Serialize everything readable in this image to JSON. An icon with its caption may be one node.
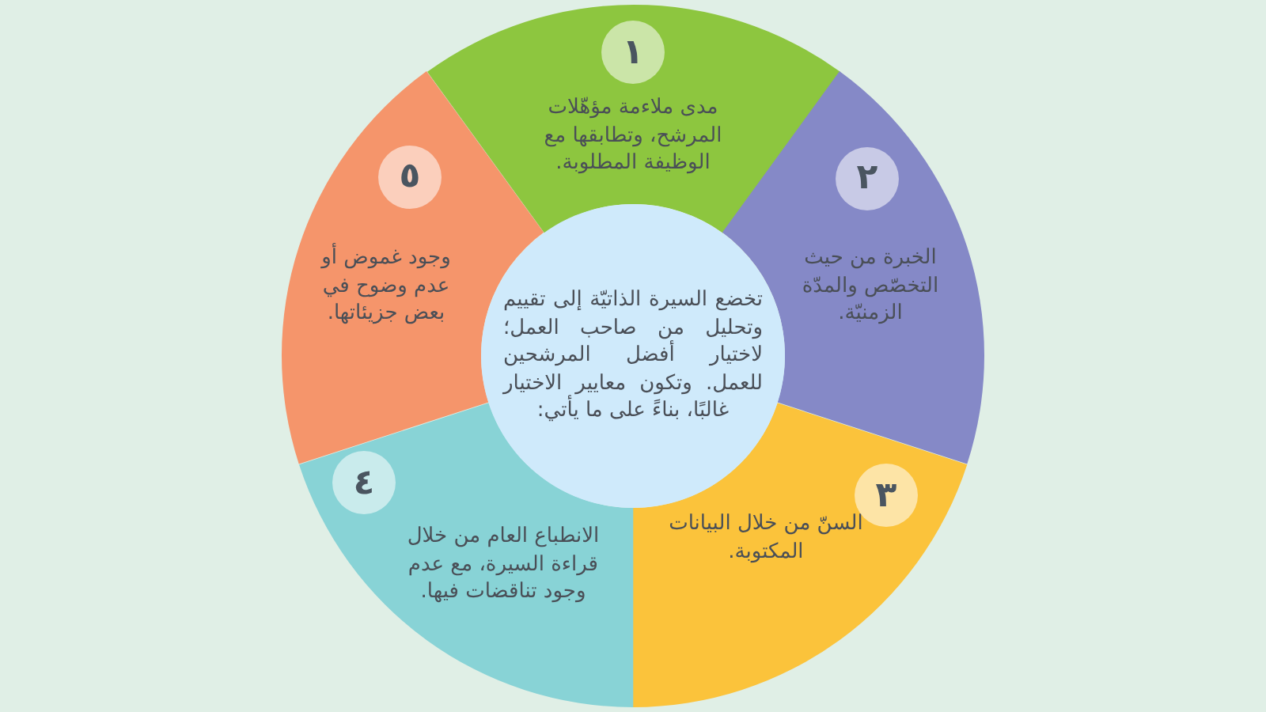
{
  "diagram": {
    "nodes": [
      {
        "text": [
          "تخضع السيرة الذاتيّة إلى تقييم وتحليل من صاحب العمل؛ لاختيار أفضل المرشحين للعمل. وتكون معايير الاختيار غالبًا، بناءً على ما يأتي:"
        ]
      },
      {
        "text": [
          "مدى ملاءمة مؤهّلات المرشح، وتطابقها مع الوظيفة المطلوبة."
        ]
      },
      {
        "text": [
          "١"
        ],
        "in": 1
      },
      {
        "text": [
          "الخبرة من حيث التخصّص والمدّة الزمنيّة."
        ]
      },
      {
        "text": [
          "٢"
        ],
        "in": 3
      },
      {
        "text": [
          "السنّ من خلال البيانات المكتوبة."
        ]
      },
      {
        "text": [
          "٣"
        ],
        "in": 5
      },
      {
        "text": [
          "الانطباع العام من خلال قراءة السيرة، مع عدم وجود تناقضات فيها."
        ]
      },
      {
        "text": [
          "٤"
        ],
        "in": 7
      },
      {
        "text": [
          "وجود غموض أو عدم وضوح في بعض جزيئاتها."
        ]
      },
      {
        "text": [
          "٥"
        ],
        "in": 9
      }
    ]
  }
}
